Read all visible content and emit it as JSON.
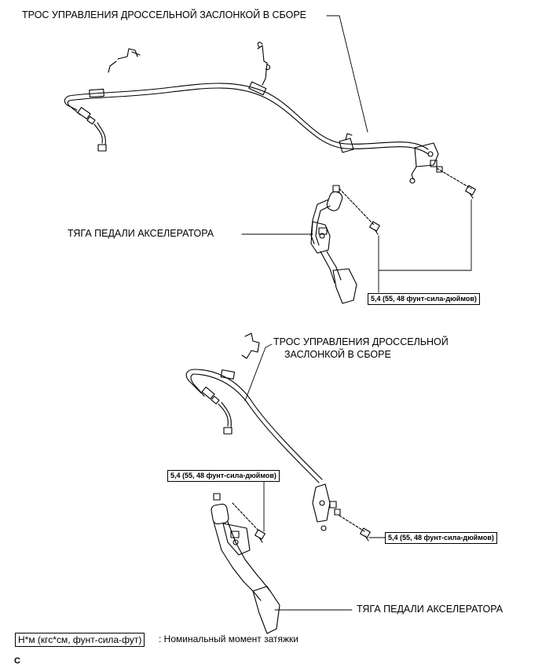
{
  "labels": {
    "top_cable": "ТРОС УПРАВЛЕНИЯ ДРОССЕЛЬНОЙ ЗАСЛОНКОЙ В СБОРЕ",
    "top_pedal": "ТЯГА ПЕДАЛИ АКСЕЛЕРАТОРА",
    "bottom_cable_line1": "ТРОС УПРАВЛЕНИЯ ДРОССЕЛЬНОЙ",
    "bottom_cable_line2": "ЗАСЛОНКОЙ В СБОРЕ",
    "bottom_pedal": "ТЯГА ПЕДАЛИ АКСЕЛЕРАТОРА"
  },
  "torque": {
    "top": "5,4 (55, 48 фунт-сила-дюймов)",
    "bottom_left": "5,4 (55, 48 фунт-сила-дюймов)",
    "bottom_right": "5,4 (55, 48 фунт-сила-дюймов)"
  },
  "legend": {
    "unit": "Н*м (кгс*см, фунт-сила-фут)",
    "description": ": Номинальный момент затяжки"
  },
  "figure_code": "C"
}
